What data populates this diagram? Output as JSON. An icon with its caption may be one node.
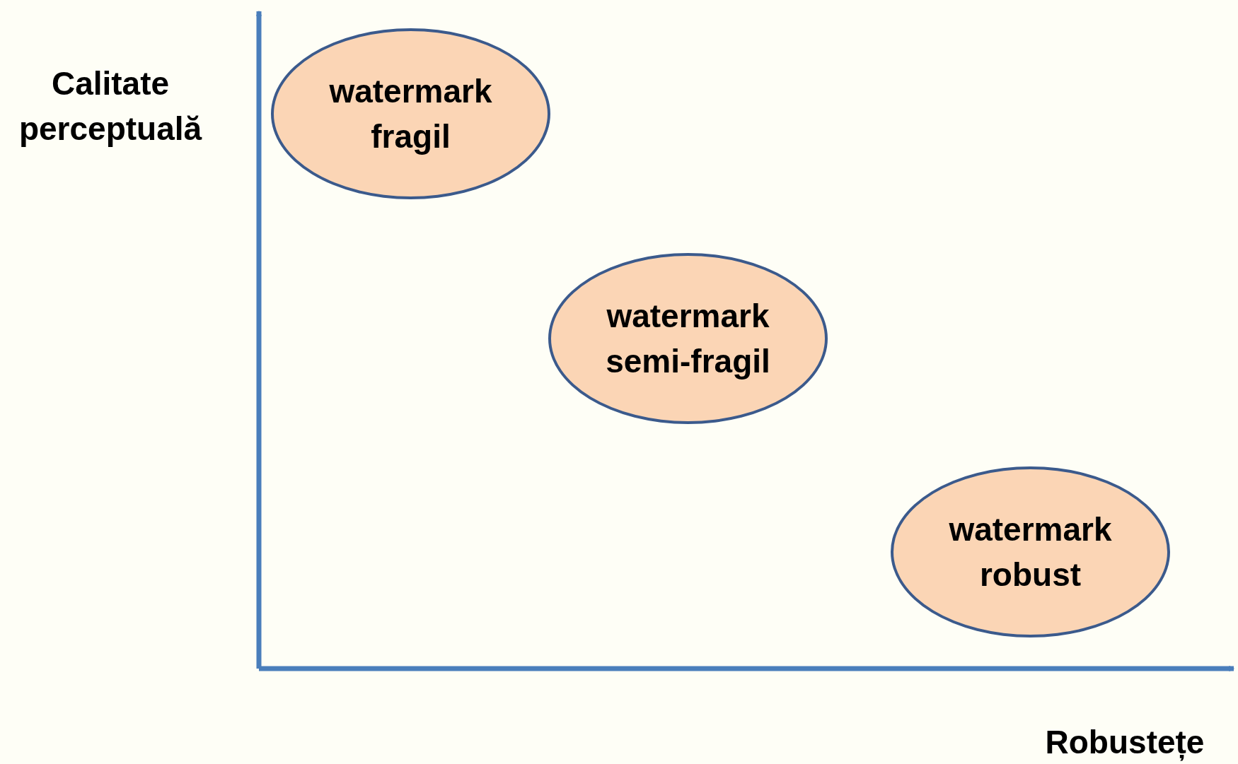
{
  "diagram": {
    "nodes": [
      {
        "text": [
          "watermark fragil"
        ]
      },
      {
        "text": [
          "watermark semi-fragil"
        ]
      },
      {
        "text": [
          "watermark robust"
        ]
      }
    ],
    "labels": [
      "Calitate perceptuală",
      "Robustețe"
    ]
  }
}
